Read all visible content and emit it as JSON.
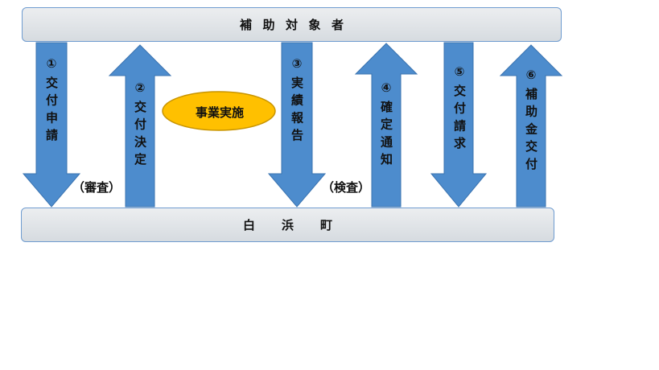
{
  "top_box": {
    "label": "補助対象者"
  },
  "bottom_box": {
    "label": "白浜町"
  },
  "center_event": {
    "label": "事業実施"
  },
  "steps": [
    {
      "label": "①交付申請",
      "direction": "down"
    },
    {
      "label": "②交付決定",
      "direction": "up"
    },
    {
      "label": "③実績報告",
      "direction": "down"
    },
    {
      "label": "④確定通知",
      "direction": "up"
    },
    {
      "label": "⑤交付請求",
      "direction": "down"
    },
    {
      "label": "⑥補助金交付",
      "direction": "up"
    }
  ],
  "notes": {
    "review": "（審査）",
    "inspection": "（検査）"
  },
  "colors": {
    "arrow_fill": "#4d8ccd",
    "arrow_stroke": "#3a73b0",
    "ellipse_fill": "#ffc000",
    "ellipse_stroke": "#c89400",
    "box_border": "#6f9cd0"
  }
}
